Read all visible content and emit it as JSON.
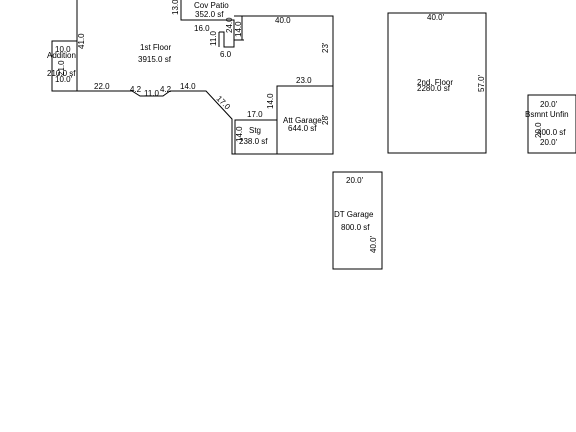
{
  "first_floor": {
    "label": "1st Floor",
    "area": "3915.0 sf"
  },
  "cov_patio": {
    "label": "Cov Patio",
    "area": "352.0 sf"
  },
  "addition": {
    "label": "Addition",
    "area": "210.0 sf"
  },
  "att_garage": {
    "label": "Att Garage",
    "area": "644.0 sf"
  },
  "storage": {
    "label": "Stg",
    "area": "238.0 sf"
  },
  "second_floor": {
    "label": "2nd. Floor",
    "area": "2280.0 sf"
  },
  "bsmnt_unfin": {
    "label": "Bsmnt Unfin",
    "area": "400.0 sf"
  },
  "dt_garage": {
    "label": "DT Garage",
    "area": "800.0 sf"
  },
  "dims": {
    "ff_top": "40.0",
    "ff_right": "23'",
    "ff_left": "41.0",
    "ff_bottom_left": "22.0",
    "ff_angle_a": "4.2",
    "ff_middle": "11.0",
    "ff_angle_b": "4.2",
    "ff_bottom_mid": "14.0",
    "ff_angle_c": "17.0",
    "patio_side": "13.0",
    "patio_inner_h": "16.0",
    "patio_inner_v": "11.0",
    "patio_side_b": "24.0",
    "patio_right": "14.0",
    "patio_bottom": "6.0",
    "add_top": "10.0",
    "add_bottom": "10.0'",
    "add_side": "21.0",
    "garage_top": "23.0",
    "garage_right": "28'",
    "stg_top": "17.0",
    "stg_side": "14.0",
    "stg_right": "14.0",
    "sf_top": "40.0'",
    "sf_right": "57.0'",
    "bs_top": "20.0'",
    "bs_bottom": "20.0'",
    "bs_side": "20.0",
    "dt_top": "20.0'",
    "dt_side": "40.0'"
  }
}
